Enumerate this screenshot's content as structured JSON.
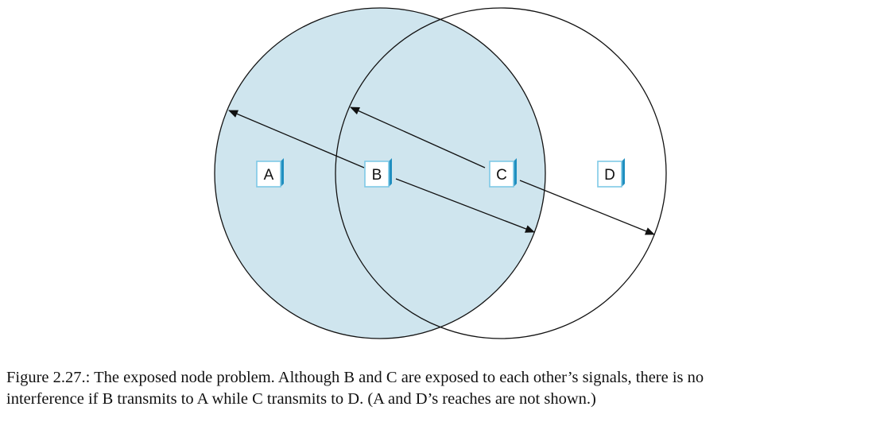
{
  "nodes": [
    {
      "id": "A",
      "label": "A"
    },
    {
      "id": "B",
      "label": "B"
    },
    {
      "id": "C",
      "label": "C"
    },
    {
      "id": "D",
      "label": "D"
    }
  ],
  "colors": {
    "b_range_fill": "#cfe5ee",
    "outline": "#111111",
    "node_face": "#ffffff",
    "node_edge_light": "#7ec9e6",
    "node_edge_dark": "#1f8fc0"
  },
  "caption": {
    "line1": "Figure 2.27.: The exposed node problem. Although B and C are exposed to each other’s signals, there is no",
    "line2": "interference if B transmits to A while C transmits to D. (A and D’s reaches are not shown.)"
  }
}
